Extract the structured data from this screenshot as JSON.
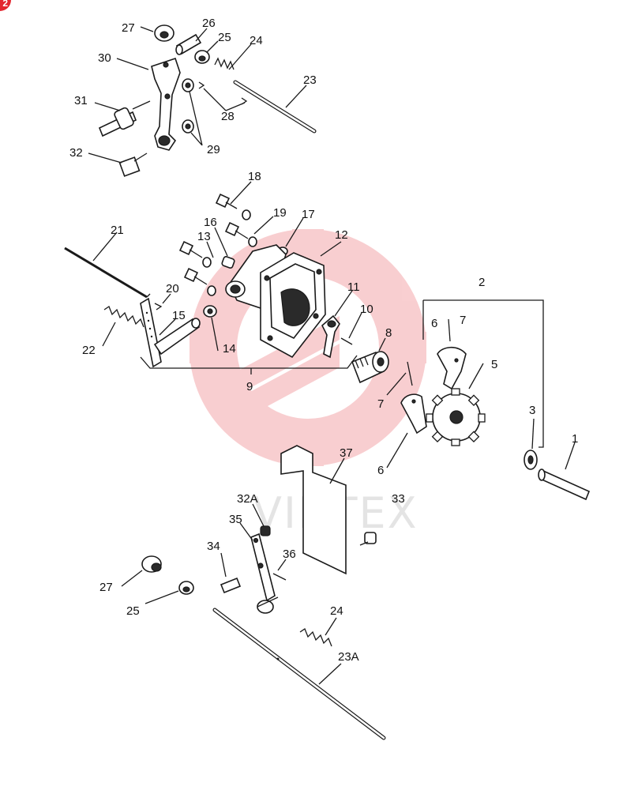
{
  "badge": "2",
  "watermark": "VIHTEX",
  "callouts": [
    {
      "id": "c27a",
      "text": "27"
    },
    {
      "id": "c26",
      "text": "26"
    },
    {
      "id": "c25a",
      "text": "25"
    },
    {
      "id": "c24a",
      "text": "24"
    },
    {
      "id": "c30",
      "text": "30"
    },
    {
      "id": "c23",
      "text": "23"
    },
    {
      "id": "c31",
      "text": "31"
    },
    {
      "id": "c28",
      "text": "28"
    },
    {
      "id": "c29",
      "text": "29"
    },
    {
      "id": "c32",
      "text": "32"
    },
    {
      "id": "c18",
      "text": "18"
    },
    {
      "id": "c19",
      "text": "19"
    },
    {
      "id": "c17",
      "text": "17"
    },
    {
      "id": "c16",
      "text": "16"
    },
    {
      "id": "c21",
      "text": "21"
    },
    {
      "id": "c13",
      "text": "13"
    },
    {
      "id": "c12",
      "text": "12"
    },
    {
      "id": "c2",
      "text": "2"
    },
    {
      "id": "c20",
      "text": "20"
    },
    {
      "id": "c11",
      "text": "11"
    },
    {
      "id": "c15",
      "text": "15"
    },
    {
      "id": "c10",
      "text": "10"
    },
    {
      "id": "c6a",
      "text": "6"
    },
    {
      "id": "c7a",
      "text": "7"
    },
    {
      "id": "c22",
      "text": "22"
    },
    {
      "id": "c14",
      "text": "14"
    },
    {
      "id": "c8",
      "text": "8"
    },
    {
      "id": "c5",
      "text": "5"
    },
    {
      "id": "c9",
      "text": "9"
    },
    {
      "id": "c7b",
      "text": "7"
    },
    {
      "id": "c3",
      "text": "3"
    },
    {
      "id": "c6b",
      "text": "6"
    },
    {
      "id": "c1",
      "text": "1"
    },
    {
      "id": "c37",
      "text": "37"
    },
    {
      "id": "c32A",
      "text": "32A"
    },
    {
      "id": "c33",
      "text": "33"
    },
    {
      "id": "c35",
      "text": "35"
    },
    {
      "id": "c34",
      "text": "34"
    },
    {
      "id": "c36",
      "text": "36"
    },
    {
      "id": "c27b",
      "text": "27"
    },
    {
      "id": "c25b",
      "text": "25"
    },
    {
      "id": "c24b",
      "text": "24"
    },
    {
      "id": "c23A",
      "text": "23A"
    }
  ]
}
